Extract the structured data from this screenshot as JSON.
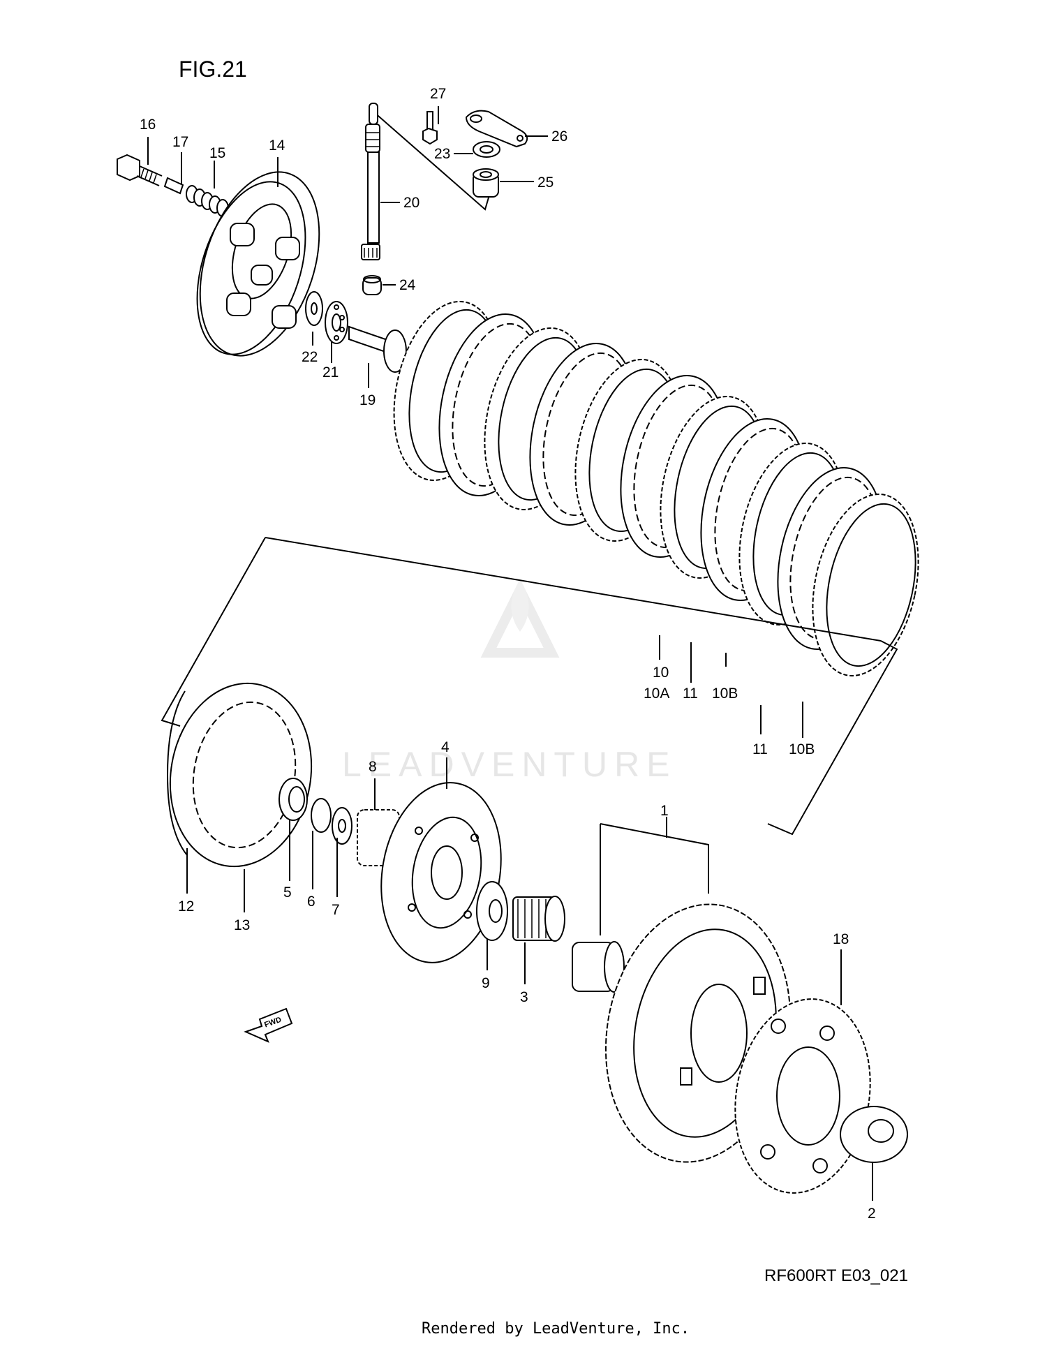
{
  "figure_title": "FIG.21",
  "figure_code": "RF600RT E03_021",
  "footer": "Rendered by LeadVenture, Inc.",
  "watermark": "LEADVENTURE",
  "direction_indicator": "FWD",
  "callouts": [
    "16",
    "17",
    "15",
    "14",
    "27",
    "26",
    "23",
    "25",
    "20",
    "24",
    "22",
    "21",
    "19",
    "10",
    "10A",
    "11",
    "10B",
    "11",
    "10B",
    "12",
    "13",
    "5",
    "6",
    "7",
    "8",
    "4",
    "1",
    "9",
    "3",
    "18",
    "2"
  ]
}
